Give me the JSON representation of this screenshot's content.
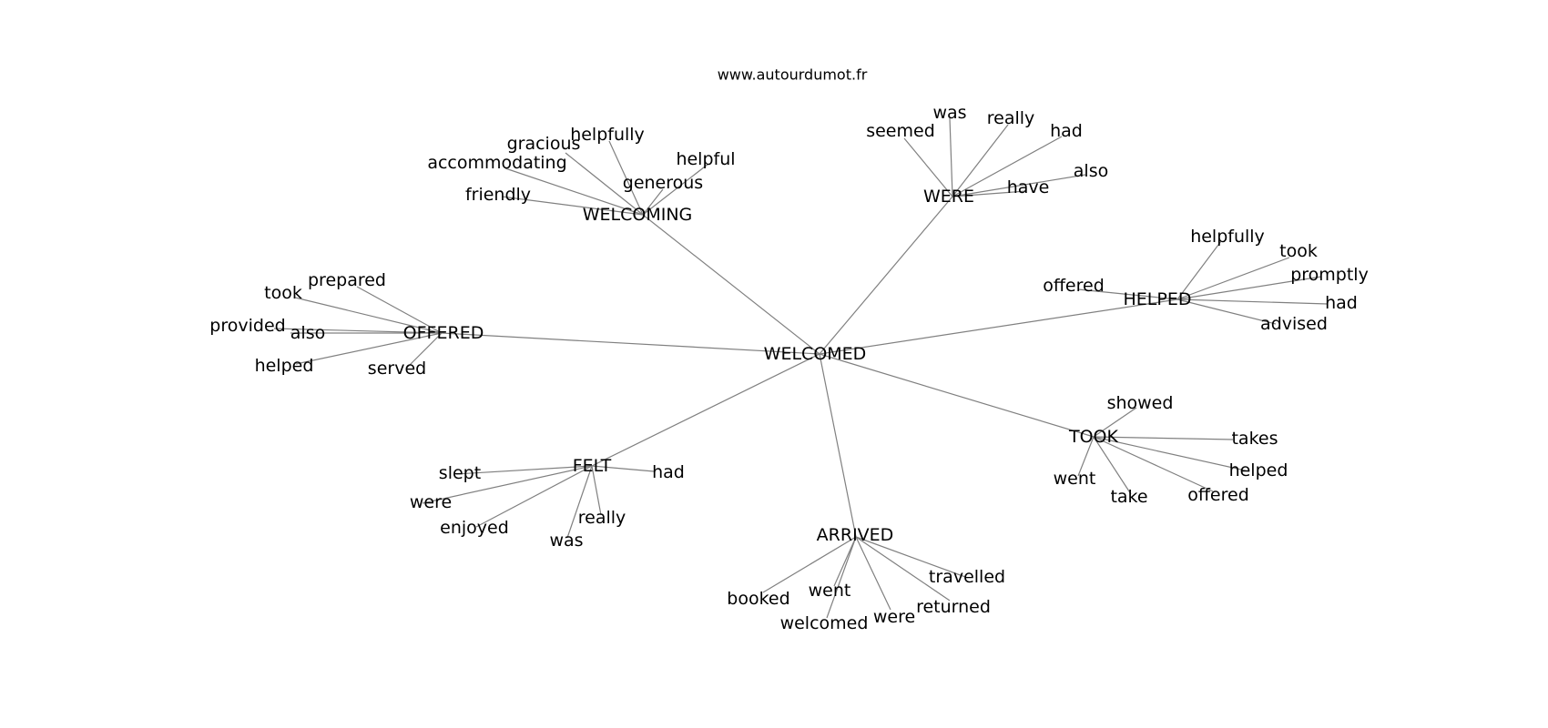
{
  "source": "www.autourdumot.fr",
  "colors": {
    "edge": "#808080",
    "text": "#000000",
    "background": "#ffffff"
  },
  "graph": {
    "center": "WELCOMED",
    "hubs": [
      {
        "id": "welcoming",
        "label": "WELCOMING",
        "leaves": [
          "gracious",
          "helpfully",
          "helpful",
          "accommodating",
          "generous",
          "friendly"
        ]
      },
      {
        "id": "were",
        "label": "WERE",
        "leaves": [
          "was",
          "seemed",
          "really",
          "had",
          "also",
          "have"
        ]
      },
      {
        "id": "helped",
        "label": "HELPED",
        "leaves": [
          "helpfully",
          "took",
          "promptly",
          "offered",
          "had",
          "advised"
        ]
      },
      {
        "id": "offered",
        "label": "OFFERED",
        "leaves": [
          "prepared",
          "took",
          "provided",
          "also",
          "helped",
          "served"
        ]
      },
      {
        "id": "took",
        "label": "TOOK",
        "leaves": [
          "showed",
          "takes",
          "helped",
          "went",
          "take",
          "offered"
        ]
      },
      {
        "id": "felt",
        "label": "FELT",
        "leaves": [
          "slept",
          "had",
          "were",
          "enjoyed",
          "really",
          "was"
        ]
      },
      {
        "id": "arrived",
        "label": "ARRIVED",
        "leaves": [
          "travelled",
          "booked",
          "went",
          "returned",
          "welcomed",
          "were"
        ]
      }
    ]
  }
}
